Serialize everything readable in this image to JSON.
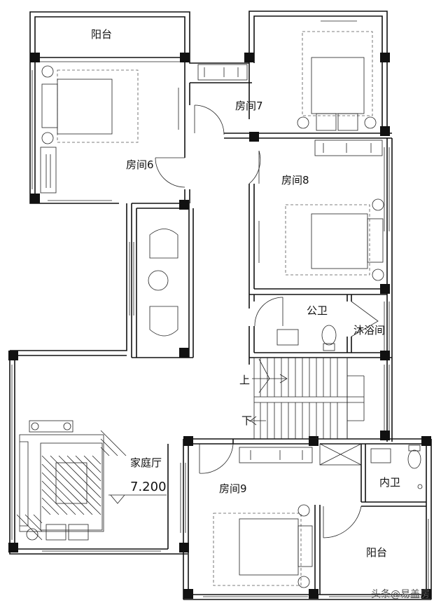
{
  "rooms": {
    "balcony_top": "阳台",
    "room6": "房间6",
    "room7": "房间7",
    "room8": "房间8",
    "public_bath": "公卫",
    "shower": "沐浴间",
    "family_hall": "家庭厅",
    "room9": "房间9",
    "inner_bath": "内卫",
    "balcony_bottom": "阳台"
  },
  "stair": {
    "up": "上",
    "down": "下"
  },
  "level": "7.200",
  "watermark": "头条@易盖房"
}
